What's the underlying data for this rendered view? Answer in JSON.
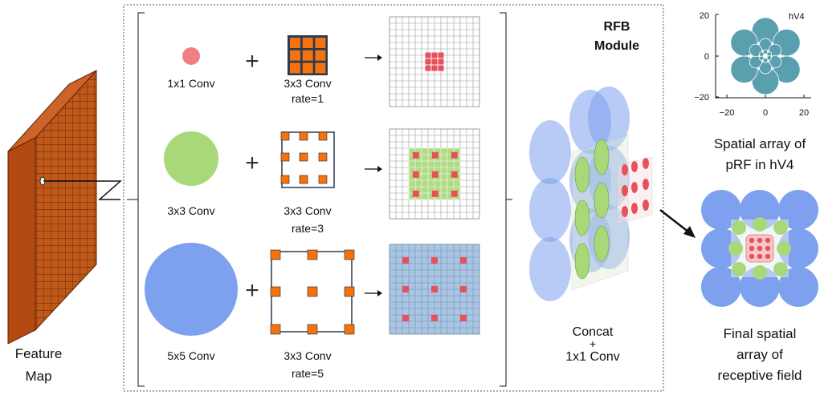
{
  "feature_map": {
    "line1": "Feature",
    "line2": "Map"
  },
  "module": {
    "line1": "RFB",
    "line2": "Module"
  },
  "branches": [
    {
      "left_label": "1x1 Conv",
      "kernel_label_1": "3x3 Conv",
      "kernel_label_2": "rate=1"
    },
    {
      "left_label": "3x3 Conv",
      "kernel_label_1": "3x3 Conv",
      "kernel_label_2": "rate=3"
    },
    {
      "left_label": "5x5 Conv",
      "kernel_label_1": "3x3 Conv",
      "kernel_label_2": "rate=5"
    }
  ],
  "operators": {
    "plus": "+"
  },
  "concat": {
    "line1": "Concat",
    "plus": "+",
    "line2": "1x1 Conv"
  },
  "hv4_plot": {
    "region_label": "hV4",
    "y_ticks": [
      "20",
      "0",
      "−20"
    ],
    "x_ticks": [
      "−20",
      "0",
      "20"
    ]
  },
  "hv4_caption": {
    "line1": "Spatial array of",
    "line2": "pRF in hV4"
  },
  "final_caption": {
    "line1": "Final spatial",
    "line2": "array of",
    "line3": "receptive field"
  },
  "colors": {
    "brick": "#c0581a",
    "brick_side": "#8c3e10",
    "pink": "#f07f80",
    "green": "#a8d878",
    "blue": "#7ea1ef",
    "orange": "#f5730f",
    "kernel_red": "#e8505a",
    "teal": "#5a9fad",
    "grid_blue_bg": "#a9c5e2"
  }
}
